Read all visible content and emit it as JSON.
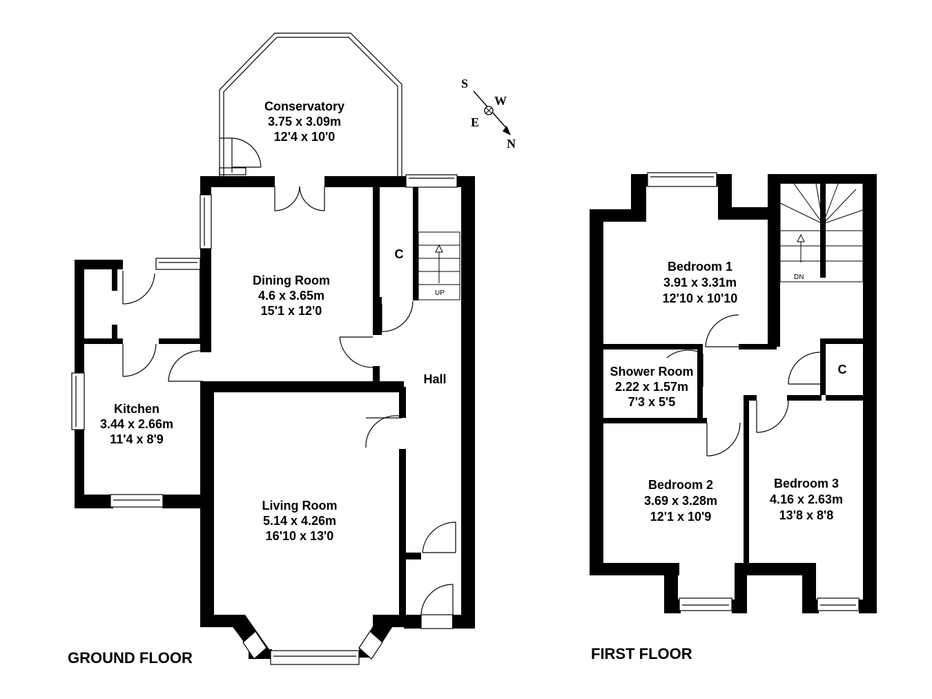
{
  "ground_floor": {
    "title": "GROUND FLOOR",
    "rooms": {
      "conservatory": {
        "name": "Conservatory",
        "metric": "3.75 x 3.09m",
        "imperial": "12'4 x 10'0"
      },
      "dining_room": {
        "name": "Dining Room",
        "metric": "4.6 x 3.65m",
        "imperial": "15'1 x 12'0"
      },
      "kitchen": {
        "name": "Kitchen",
        "metric": "3.44 x 2.66m",
        "imperial": "11'4 x 8'9"
      },
      "living_room": {
        "name": "Living Room",
        "metric": "5.14 x 4.26m",
        "imperial": "16'10 x 13'0"
      },
      "hall": {
        "name": "Hall"
      },
      "cupboard": {
        "name": "C"
      }
    },
    "stairs_label": "UP"
  },
  "first_floor": {
    "title": "FIRST FLOOR",
    "rooms": {
      "bedroom_1": {
        "name": "Bedroom 1",
        "metric": "3.91 x 3.31m",
        "imperial": "12'10 x 10'10"
      },
      "shower_room": {
        "name": "Shower Room",
        "metric": "2.22 x 1.57m",
        "imperial": "7'3 x 5'5"
      },
      "bedroom_2": {
        "name": "Bedroom 2",
        "metric": "3.69 x 3.28m",
        "imperial": "12'1 x 10'9"
      },
      "bedroom_3": {
        "name": "Bedroom 3",
        "metric": "4.16 x 2.63m",
        "imperial": "13'8 x 8'8"
      },
      "cupboard": {
        "name": "C"
      }
    },
    "stairs_label": "DN"
  },
  "compass": {
    "s": "S",
    "w": "W",
    "e": "E",
    "n": "N"
  },
  "colors": {
    "wall": "#000000",
    "background": "#ffffff"
  }
}
